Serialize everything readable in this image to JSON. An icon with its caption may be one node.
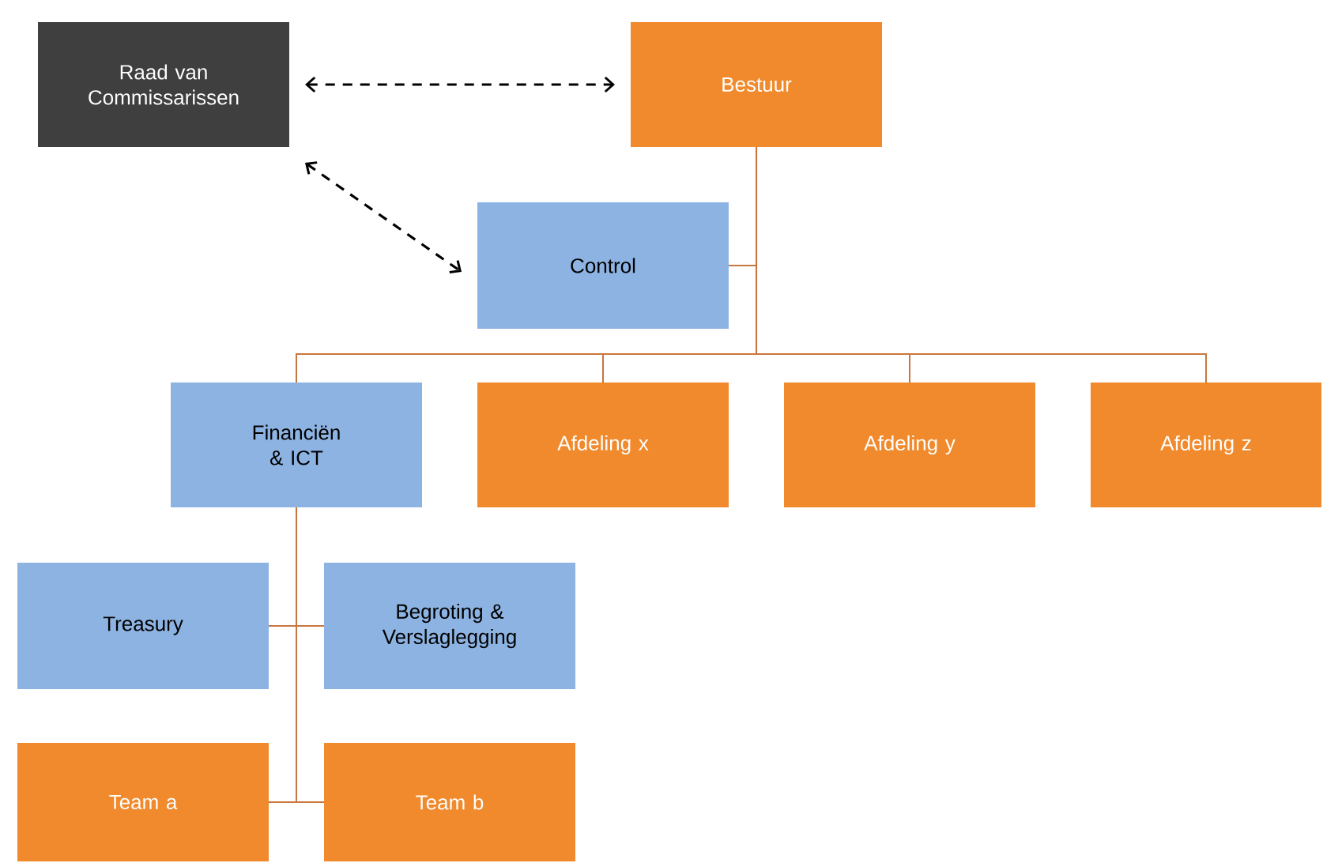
{
  "diagram": {
    "nodes": [
      {
        "text": [
          "Raad van Commissarissen"
        ]
      },
      {
        "text": [
          "Bestuur"
        ]
      },
      {
        "text": [
          "Control"
        ]
      },
      {
        "text": [
          "Financiën & ICT"
        ]
      },
      {
        "text": [
          "Afdeling x"
        ]
      },
      {
        "text": [
          "Afdeling y"
        ]
      },
      {
        "text": [
          "Afdeling z"
        ]
      },
      {
        "text": [
          "Treasury"
        ]
      },
      {
        "text": [
          "Begroting & Verslaglegging"
        ]
      },
      {
        "text": [
          "Team a"
        ]
      },
      {
        "text": [
          "Team b"
        ]
      }
    ],
    "edges": [
      {
        "from": 0,
        "to": 1,
        "arrow": "both",
        "style": "dashed",
        "color": "#000000"
      },
      {
        "from": 0,
        "to": 2,
        "arrow": "both",
        "style": "dashed",
        "color": "#000000"
      },
      {
        "from": 1,
        "to": 2,
        "arrow": "none"
      },
      {
        "from": 1,
        "to": 3,
        "arrow": "none"
      },
      {
        "from": 1,
        "to": 4,
        "arrow": "none"
      },
      {
        "from": 1,
        "to": 5,
        "arrow": "none"
      },
      {
        "from": 1,
        "to": 6,
        "arrow": "none"
      },
      {
        "from": 3,
        "to": 7,
        "arrow": "none"
      },
      {
        "from": 3,
        "to": 8,
        "arrow": "none"
      },
      {
        "from": 3,
        "to": 9,
        "arrow": "none"
      },
      {
        "from": 3,
        "to": 10,
        "arrow": "none"
      }
    ]
  }
}
